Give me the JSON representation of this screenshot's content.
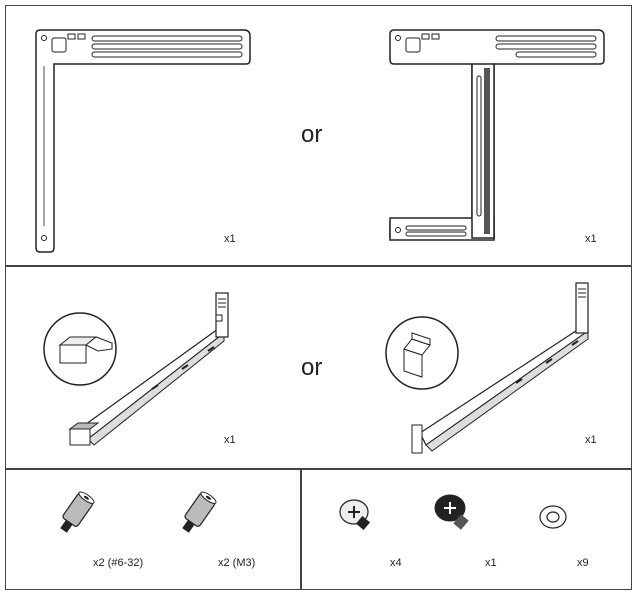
{
  "panels": {
    "top": {
      "or_label": "or",
      "left_qty": "x1",
      "right_qty": "x1"
    },
    "middle": {
      "or_label": "or",
      "left_qty": "x1",
      "right_qty": "x1"
    },
    "bottom_left": {
      "items": [
        {
          "name": "standoff-6-32",
          "qty": "x2 (#6-32)"
        },
        {
          "name": "standoff-m3",
          "qty": "x2 (M3)"
        }
      ]
    },
    "bottom_right": {
      "items": [
        {
          "name": "phillips-screw",
          "qty": "x4"
        },
        {
          "name": "thumb-screw",
          "qty": "x1"
        },
        {
          "name": "washer",
          "qty": "x9"
        }
      ]
    }
  }
}
